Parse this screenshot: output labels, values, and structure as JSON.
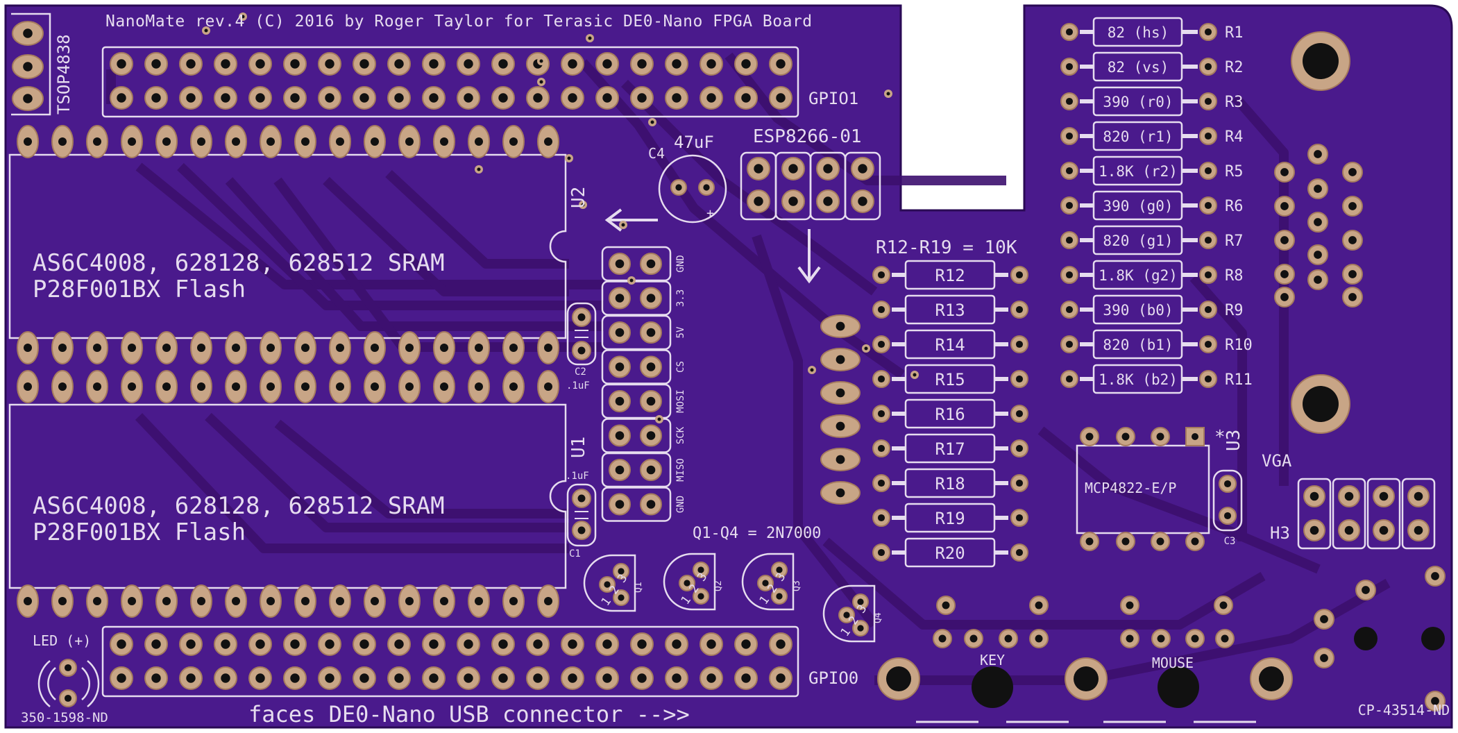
{
  "board": {
    "title": "NanoMate rev.4 (C) 2016 by Roger Taylor for Terasic DE0-Nano FPGA Board",
    "colors": {
      "board": "#4a1a8c",
      "copper": "#3c0f6e",
      "pad": "#c8a586",
      "pad_ring": "#a57a5e",
      "hole": "#111111",
      "silk": "#e6dcef"
    }
  },
  "labels": {
    "tsop": "TSOP4838",
    "gpio1": "GPIO1",
    "gpio0": "GPIO0",
    "esp": "ESP8266-01",
    "c4": "C4",
    "c4_value": "47uF",
    "c4_plus": "+",
    "u2": "U2",
    "u1": "U1",
    "u3": "U3",
    "u3_star": "*",
    "sram_line1": "AS6C4008, 628128, 628512 SRAM",
    "sram_line2": "P28F001BX Flash",
    "c2": "C2",
    "c2_value": ".1uF",
    "c1": "C1",
    "c1_value": ".1uF",
    "c3": "C3",
    "r_bank": "R12-R19 = 10K",
    "q_group": "Q1-Q4 = 2N7000",
    "q1": "Q1",
    "q2": "Q2",
    "q3": "Q3",
    "q4": "Q4",
    "mcp": "MCP4822-E/P",
    "vga": "VGA",
    "h3": "H3",
    "led": "LED (+)",
    "led_part": "350-1598-ND",
    "usb_note": "faces DE0-Nano USB connector -->>",
    "key": "KEY",
    "mouse": "MOUSE",
    "cp_part": "CP-43514-ND"
  },
  "header_pins": [
    "GND",
    "3.3",
    "5V",
    "CS",
    "MOSI",
    "SCK",
    "MISO",
    "GND"
  ],
  "resistors_left": [
    {
      "value": "82 (hs)",
      "ref": "R1"
    },
    {
      "value": "82 (vs)",
      "ref": "R2"
    },
    {
      "value": "390 (r0)",
      "ref": "R3"
    },
    {
      "value": "820 (r1)",
      "ref": "R4"
    },
    {
      "value": "1.8K (r2)",
      "ref": "R5"
    },
    {
      "value": "390 (g0)",
      "ref": "R6"
    },
    {
      "value": "820 (g1)",
      "ref": "R7"
    },
    {
      "value": "1.8K (g2)",
      "ref": "R8"
    },
    {
      "value": "390 (b0)",
      "ref": "R9"
    },
    {
      "value": "820 (b1)",
      "ref": "R10"
    },
    {
      "value": "1.8K (b2)",
      "ref": "R11"
    }
  ],
  "resistors_mid": [
    "R12",
    "R13",
    "R14",
    "R15",
    "R16",
    "R17",
    "R18",
    "R19",
    "R20"
  ]
}
